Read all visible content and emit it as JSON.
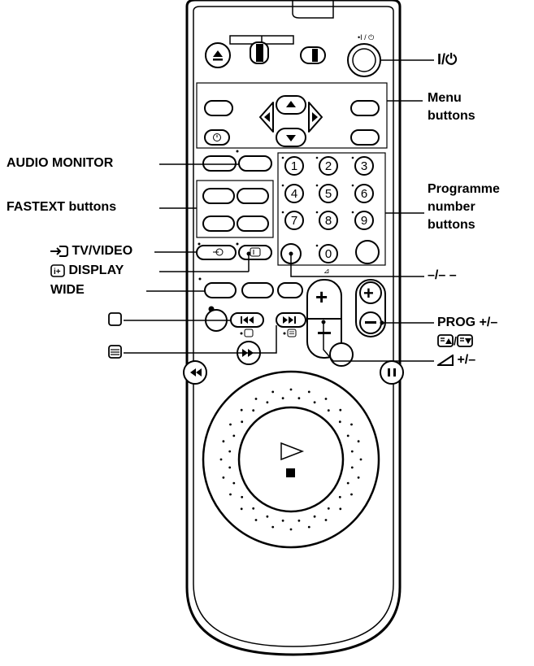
{
  "labels": {
    "power": "I/⏻",
    "menu_line1": "Menu",
    "menu_line2": "buttons",
    "audio_monitor": "AUDIO MONITOR",
    "fastext": "FASTEXT buttons",
    "programme_line1": "Programme",
    "programme_line2": "number",
    "programme_line3": "buttons",
    "tv_video": "TV/VIDEO",
    "display": "DISPLAY",
    "wide": "WIDE",
    "dash_dash": "–/– –",
    "prog": "PROG +/–",
    "volume": "+/–"
  },
  "keypad": [
    "1",
    "2",
    "3",
    "4",
    "5",
    "6",
    "7",
    "8",
    "9",
    "0"
  ],
  "icons": {
    "power": "power-icon",
    "eject": "eject-icon",
    "input": "input-select-icon",
    "display": "display-info-icon",
    "teletext_off": "teletext-off-icon",
    "teletext_on": "teletext-icon",
    "prog_page": "page-up-down-icon",
    "volume": "volume-wedge-icon"
  },
  "colors": {
    "line": "#000000",
    "fill": "#ffffff"
  }
}
